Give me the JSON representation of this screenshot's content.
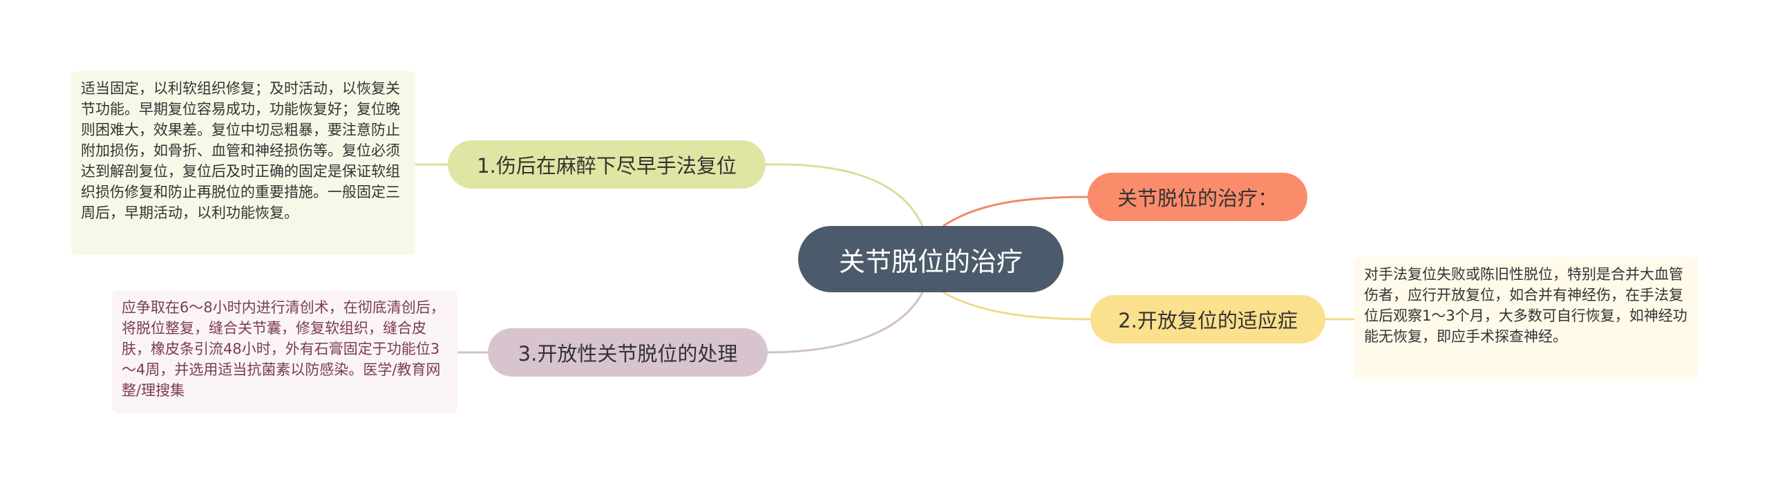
{
  "mindmap": {
    "center": {
      "label": "关节脱位的治疗"
    },
    "branches": [
      {
        "label": "1.伤后在麻醉下尽早手法复位",
        "color": "#dfe6a3",
        "line_color": "#d6df9c",
        "note": "适当固定，以利软组织修复；及时活动，以恢复关节功能。早期复位容易成功，功能恢复好；复位晚则困难大，效果差。复位中切忌粗暴，要注意防止附加损伤，如骨折、血管和神经损伤等。复位必须达到解剖复位，复位后及时正确的固定是保证软组织损伤修复和防止再脱位的重要措施。一般固定三周后，早期活动，以利功能恢复。"
      },
      {
        "label": "关节脱位的治疗：",
        "color": "#fb8c6b",
        "line_color": "#ef8a6a"
      },
      {
        "label": "2.开放复位的适应症",
        "color": "#fbe08d",
        "line_color": "#f3d886",
        "note": "对手法复位失败或陈旧性脱位，特别是合并大血管伤者，应行开放复位，如合并有神经伤，在手法复位后观察1～3个月，大多数可自行恢复，如神经功能无恢复，即应手术探查神经。"
      },
      {
        "label": "3.开放性关节脱位的处理",
        "color": "#d8c4cf",
        "line_color": "#d3c0cb",
        "note": "应争取在6～8小时内进行清创术，在彻底清创后，将脱位整复，缝合关节囊，修复软组织，缝合皮肤，橡皮条引流48小时，外有石膏固定于功能位3～4周，并选用适当抗菌素以防感染。医学/教育网整/理搜集"
      }
    ],
    "center_color": "#4c5b6b"
  }
}
